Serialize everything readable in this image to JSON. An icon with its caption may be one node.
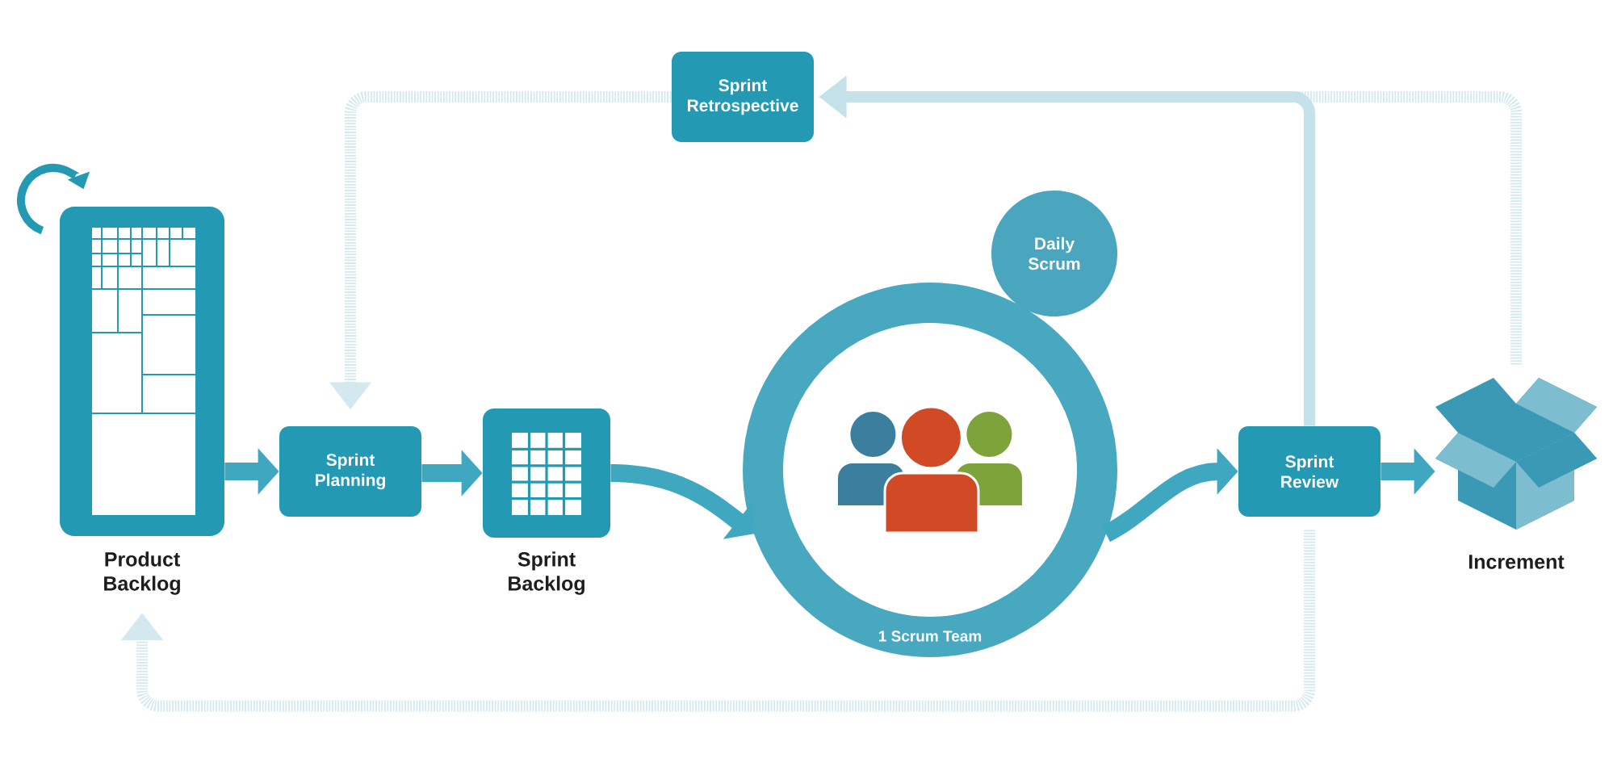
{
  "diagram": {
    "nodes": [
      {
        "text": [
          "Product Backlog"
        ]
      },
      {
        "text": [
          "Sprint Planning"
        ]
      },
      {
        "text": [
          "Sprint Backlog"
        ]
      },
      {
        "text": [
          "1 Scrum Team"
        ]
      },
      {
        "text": [
          "Daily Scrum"
        ]
      },
      {
        "text": [
          "Sprint Review"
        ]
      },
      {
        "text": [
          "Increment"
        ]
      },
      {
        "text": [
          "Sprint Retrospective"
        ]
      }
    ],
    "edges": [
      {
        "from": 0,
        "to": 1,
        "arrow": "to"
      },
      {
        "from": 1,
        "to": 2,
        "arrow": "to"
      },
      {
        "from": 2,
        "to": 3,
        "arrow": "to"
      },
      {
        "from": 3,
        "to": 5,
        "arrow": "to"
      },
      {
        "from": 5,
        "to": 6,
        "arrow": "to"
      },
      {
        "from": 5,
        "to": 7,
        "arrow": "to",
        "color": "#c5e2ea"
      },
      {
        "from": 6,
        "to": 7,
        "arrow": "to",
        "style": "dashed",
        "color": "#d3e9ef"
      },
      {
        "from": 7,
        "to": 1,
        "arrow": "to",
        "style": "dashed",
        "color": "#d3e9ef"
      },
      {
        "from": 5,
        "to": 0,
        "arrow": "to",
        "style": "dashed",
        "color": "#d3e9ef"
      }
    ]
  }
}
